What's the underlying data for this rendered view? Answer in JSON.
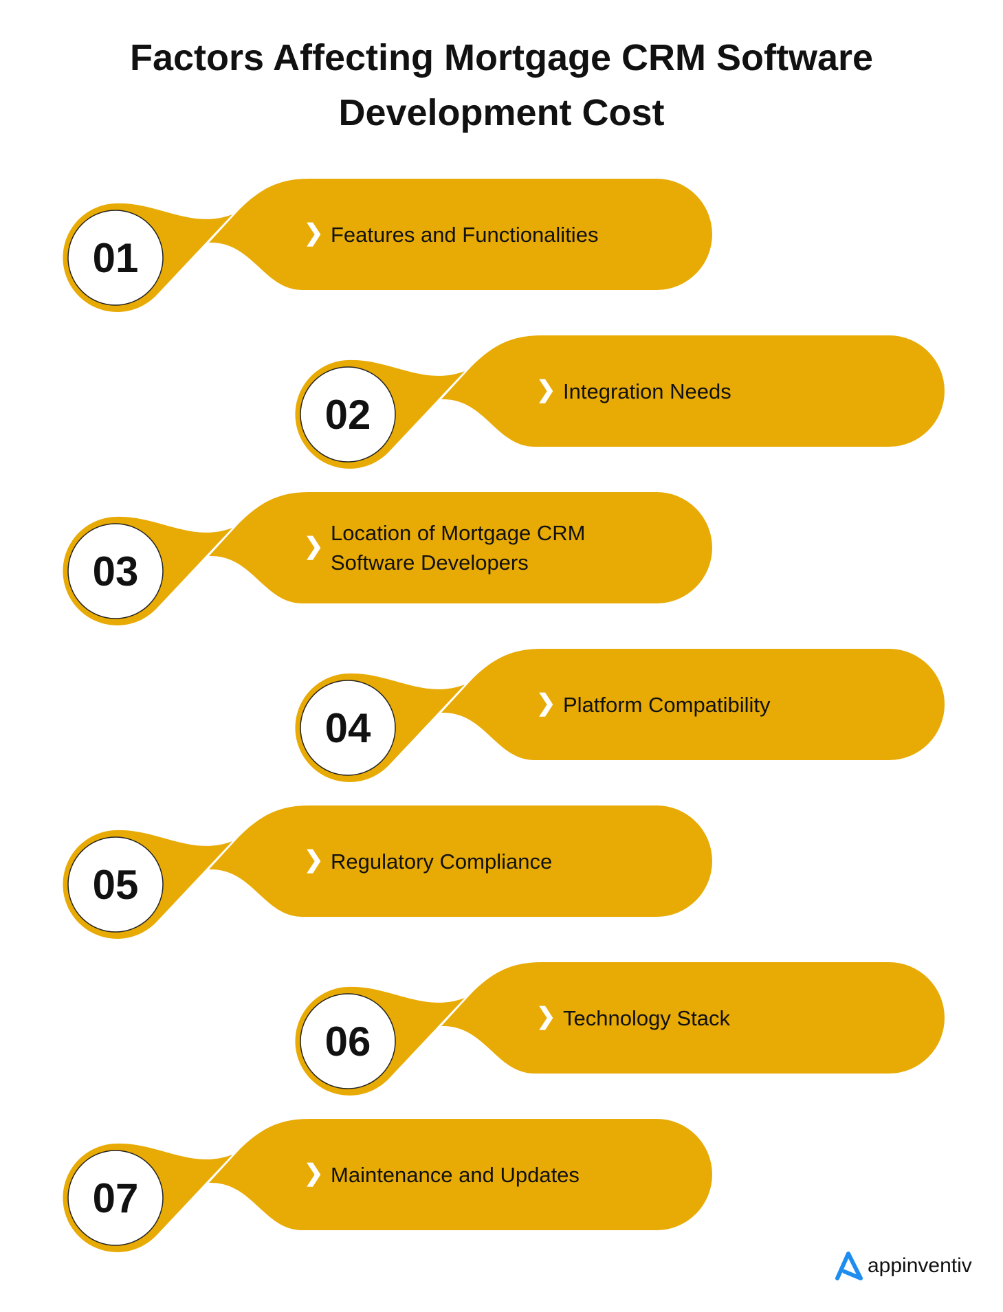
{
  "title": {
    "line1": "Factors Affecting Mortgage CRM Software",
    "line2": "Development Cost"
  },
  "colors": {
    "accent": "#E8AA04",
    "circle_fill": "#FFFFFF",
    "logo_blue": "#1E8DF0"
  },
  "items": [
    {
      "number": "01",
      "label": "Features and Functionalities",
      "side": "left"
    },
    {
      "number": "02",
      "label": "Integration Needs",
      "side": "right"
    },
    {
      "number": "03",
      "label": "Location of Mortgage CRM Software Developers",
      "side": "left"
    },
    {
      "number": "04",
      "label": "Platform Compatibility",
      "side": "right"
    },
    {
      "number": "05",
      "label": "Regulatory Compliance",
      "side": "left"
    },
    {
      "number": "06",
      "label": "Technology Stack",
      "side": "right"
    },
    {
      "number": "07",
      "label": "Maintenance and Updates",
      "side": "left"
    }
  ],
  "logo": {
    "text": "appinventiv"
  }
}
